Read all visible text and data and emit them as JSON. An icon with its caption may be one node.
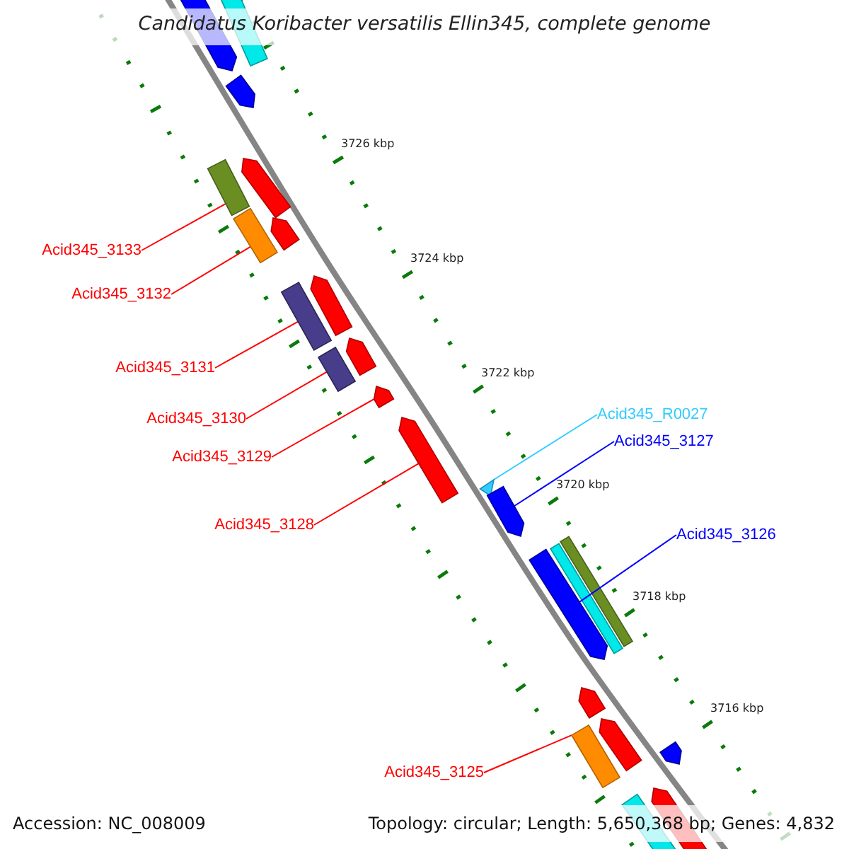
{
  "diagram": {
    "title": "Candidatus Koribacter versatilis Ellin345, complete genome",
    "nodes": [
      {
        "text": [
          "Acid345_3133"
        ]
      },
      {
        "text": [],
        "shape": "bar"
      },
      {
        "text": [
          "Acid345_3132"
        ]
      },
      {
        "text": [],
        "shape": "bar"
      },
      {
        "text": [
          "Acid345_3131"
        ]
      },
      {
        "text": [],
        "shape": "bar"
      },
      {
        "text": [
          "Acid345_3130"
        ]
      },
      {
        "text": [],
        "shape": "bar"
      },
      {
        "text": [
          "Acid345_3129"
        ]
      },
      {
        "text": [],
        "shape": "arrow"
      },
      {
        "text": [
          "Acid345_R0027"
        ]
      },
      {
        "text": [],
        "shape": "triangle"
      },
      {
        "text": [
          "Acid345_3127"
        ]
      },
      {
        "text": [],
        "shape": "arrow"
      },
      {
        "text": [
          "Acid345_3128"
        ]
      },
      {
        "text": [],
        "shape": "arrow"
      },
      {
        "text": [
          "Acid345_3126"
        ]
      },
      {
        "text": [],
        "shape": "arrow"
      },
      {
        "text": [
          "Acid345_3125"
        ]
      },
      {
        "text": [],
        "shape": "bar"
      }
    ],
    "edges": [
      {
        "from": 0,
        "to": 1,
        "arrow": "none"
      },
      {
        "from": 2,
        "to": 3,
        "arrow": "none"
      },
      {
        "from": 4,
        "to": 5,
        "arrow": "none"
      },
      {
        "from": 6,
        "to": 7,
        "arrow": "none"
      },
      {
        "from": 8,
        "to": 9,
        "arrow": "none"
      },
      {
        "from": 10,
        "to": 11,
        "arrow": "none",
        "color": "#33ccff"
      },
      {
        "from": 12,
        "to": 13,
        "arrow": "none",
        "color": "#0000ff"
      },
      {
        "from": 14,
        "to": 15,
        "arrow": "none"
      },
      {
        "from": 16,
        "to": 17,
        "arrow": "none",
        "color": "#0000ff"
      },
      {
        "from": 18,
        "to": 19,
        "arrow": "none"
      }
    ],
    "labels": [
      "3726 kbp",
      "3724 kbp",
      "3722 kbp",
      "3720 kbp",
      "3718 kbp",
      "3716 kbp",
      "Accession: NC_008009",
      "Topology: circular; Length: 5,650,368 bp; Genes: 4,832"
    ]
  }
}
